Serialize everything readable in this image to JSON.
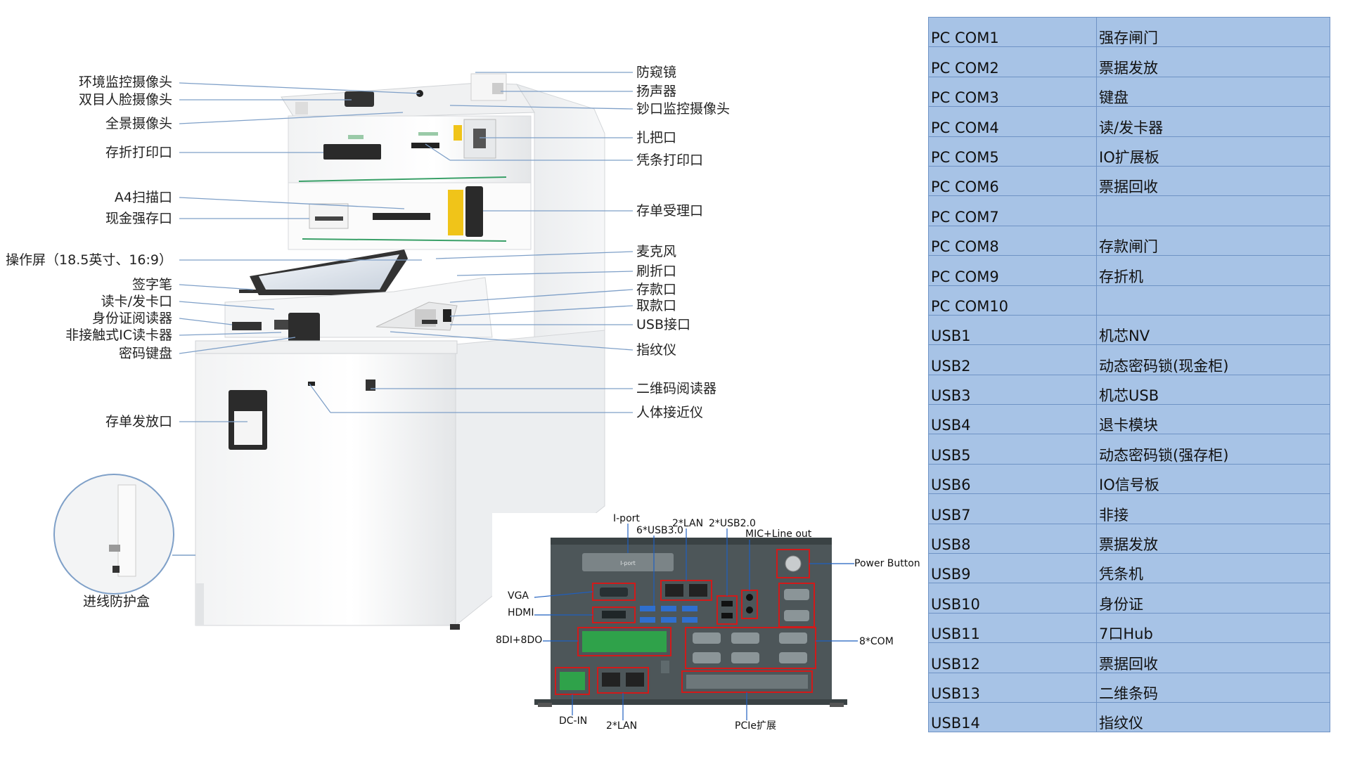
{
  "kiosk": {
    "left_labels": [
      "环境监控摄像头",
      "双目人脸摄像头",
      "全景摄像头",
      "存折打印口",
      "A4扫描口",
      "现金强存口",
      "操作屏（18.5英寸、16:9）",
      "签字笔",
      "读卡/发卡口",
      "身份证阅读器",
      "非接触式IC读卡器",
      "密码键盘",
      "存单发放口",
      "进线防护盒"
    ],
    "right_labels": [
      "防窥镜",
      "扬声器",
      "钞口监控摄像头",
      "扎把口",
      "凭条打印口",
      "存单受理口",
      "麦克风",
      "刷折口",
      "存款口",
      "取款口",
      "USB接口",
      "指纹仪",
      "二维码阅读器",
      "人体接近仪"
    ]
  },
  "pc_panel": {
    "labels": {
      "iport": "I-port",
      "usb30": "6*USB3.0",
      "lan_top": "2*LAN",
      "usb20": "2*USB2.0",
      "mic": "MIC+Line out",
      "power": "Power Button",
      "vga": "VGA",
      "hdmi": "HDMI",
      "dio": "8DI+8DO",
      "com": "8*COM",
      "dcin": "DC-IN",
      "lan_bottom": "2*LAN",
      "pcie": "PCIe扩展"
    },
    "iport_text": "I-port"
  },
  "port_table": [
    [
      "PC COM1",
      "强存闸门"
    ],
    [
      "PC COM2",
      "票据发放"
    ],
    [
      "PC COM3",
      "键盘"
    ],
    [
      "PC COM4",
      "读/发卡器"
    ],
    [
      "PC COM5",
      "IO扩展板"
    ],
    [
      "PC COM6",
      "票据回收"
    ],
    [
      "PC COM7",
      ""
    ],
    [
      "PC COM8",
      "存款闸门"
    ],
    [
      "PC COM9",
      "存折机"
    ],
    [
      "PC COM10",
      ""
    ],
    [
      "USB1",
      "机芯NV"
    ],
    [
      "USB2",
      "动态密码锁(现金柜)"
    ],
    [
      "USB3",
      "机芯USB"
    ],
    [
      "USB4",
      "退卡模块"
    ],
    [
      "USB5",
      "动态密码锁(强存柜)"
    ],
    [
      "USB6",
      "IO信号板"
    ],
    [
      "USB7",
      "非接"
    ],
    [
      "USB8",
      "票据发放"
    ],
    [
      "USB9",
      "凭条机"
    ],
    [
      "USB10",
      "身份证"
    ],
    [
      "USB11",
      "7口Hub"
    ],
    [
      "USB12",
      "票据回收"
    ],
    [
      "USB13",
      "二维条码"
    ],
    [
      "USB14",
      "指纹仪"
    ]
  ],
  "colors": {
    "table_fill": "#a7c3e6",
    "table_border": "#6f93c5",
    "panel_gray": "#4d5659",
    "port_highlight": "#d11a1a",
    "terminal_green": "#2fa24a",
    "callout_line": "#7fa0c8"
  }
}
